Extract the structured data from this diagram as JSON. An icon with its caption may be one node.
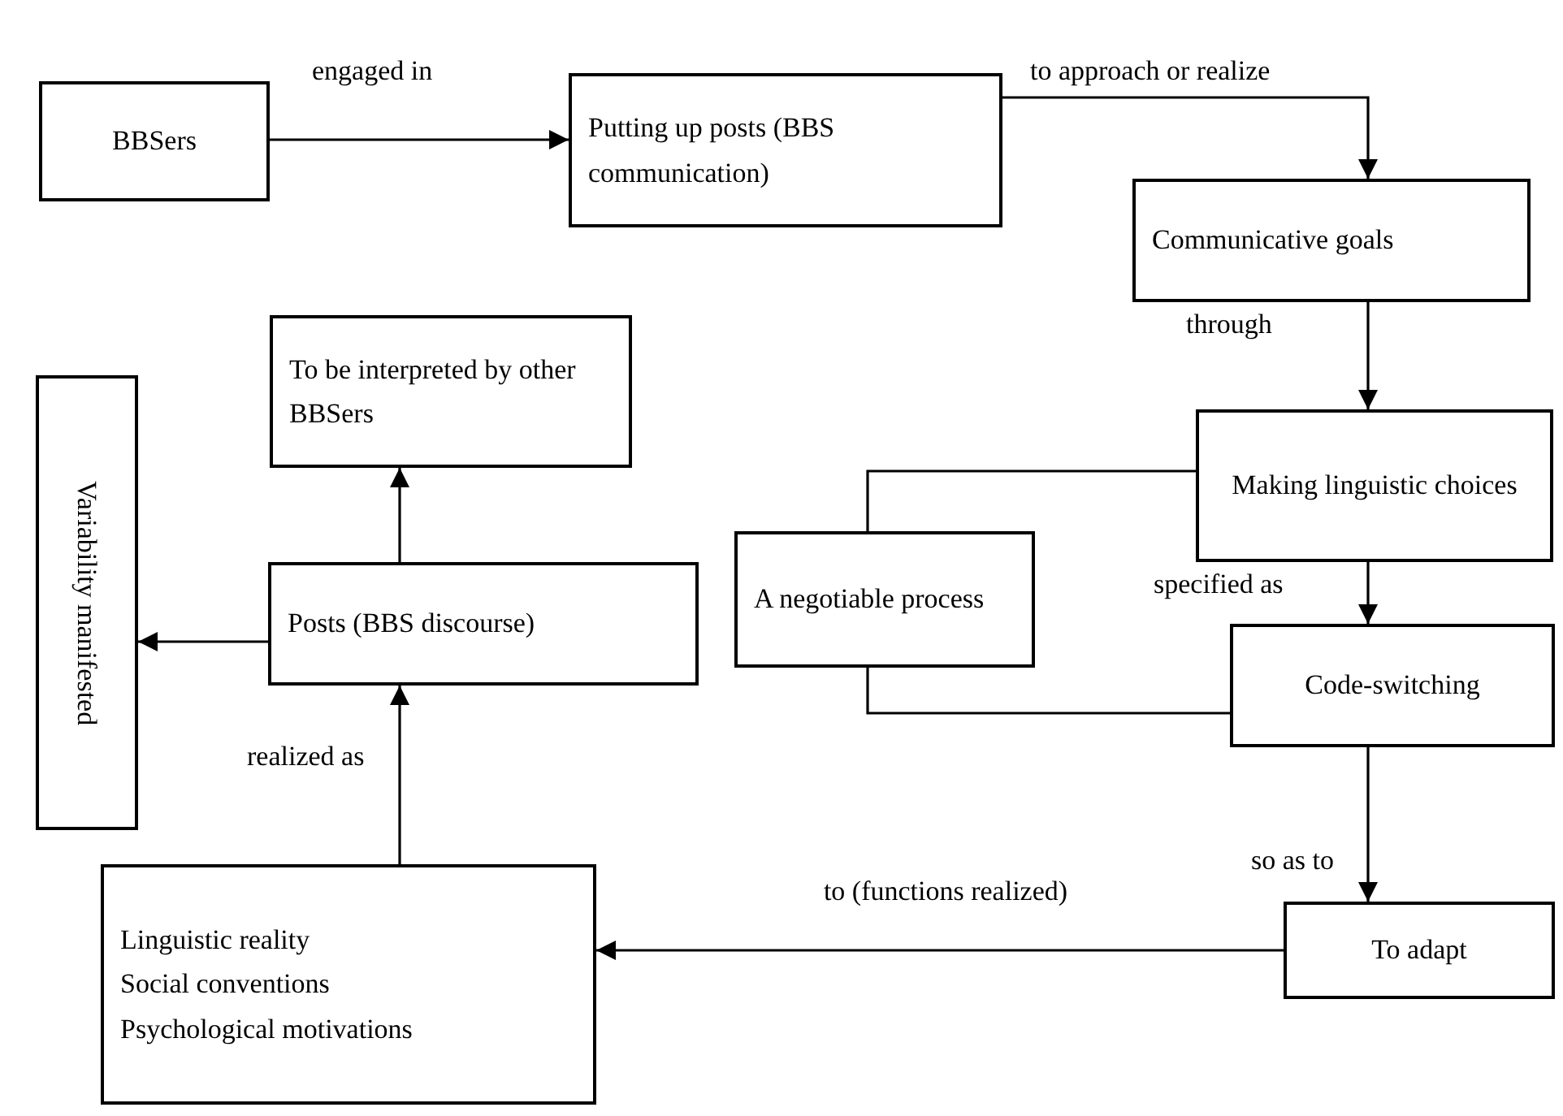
{
  "diagram": {
    "nodes": [
      {
        "text": [
          "BBSers"
        ]
      },
      {
        "text": [
          "Putting up posts (BBS communication)"
        ]
      },
      {
        "text": [
          "Communicative goals"
        ]
      },
      {
        "text": [
          "Making linguistic choices"
        ]
      },
      {
        "text": [
          "A negotiable process"
        ]
      },
      {
        "text": [
          "Code-switching"
        ]
      },
      {
        "text": [
          "To adapt"
        ]
      },
      {
        "text": [
          "Linguistic reality",
          "Social conventions",
          "Psychological motivations"
        ]
      },
      {
        "text": [
          "Posts (BBS discourse)"
        ]
      },
      {
        "text": [
          "To be interpreted by other BBSers"
        ]
      },
      {
        "text": [
          "Variability manifested"
        ]
      }
    ],
    "edges": [
      {
        "from": 0,
        "to": 1,
        "arrow": "to",
        "label": "engaged in"
      },
      {
        "from": 1,
        "to": 2,
        "arrow": "to",
        "label": "to approach or realize"
      },
      {
        "from": 2,
        "to": 3,
        "arrow": "to",
        "label": "through"
      },
      {
        "from": 3,
        "to": 5,
        "arrow": "to",
        "label": "specified as"
      },
      {
        "from": 3,
        "to": 4,
        "arrow": "none"
      },
      {
        "from": 5,
        "to": 4,
        "arrow": "none"
      },
      {
        "from": 5,
        "to": 6,
        "arrow": "to",
        "label": "so as to"
      },
      {
        "from": 6,
        "to": 7,
        "arrow": "to",
        "label": "to (functions realized)"
      },
      {
        "from": 7,
        "to": 8,
        "arrow": "to",
        "label": "realized as"
      },
      {
        "from": 8,
        "to": 9,
        "arrow": "to"
      },
      {
        "from": 8,
        "to": 10,
        "arrow": "to"
      }
    ]
  }
}
